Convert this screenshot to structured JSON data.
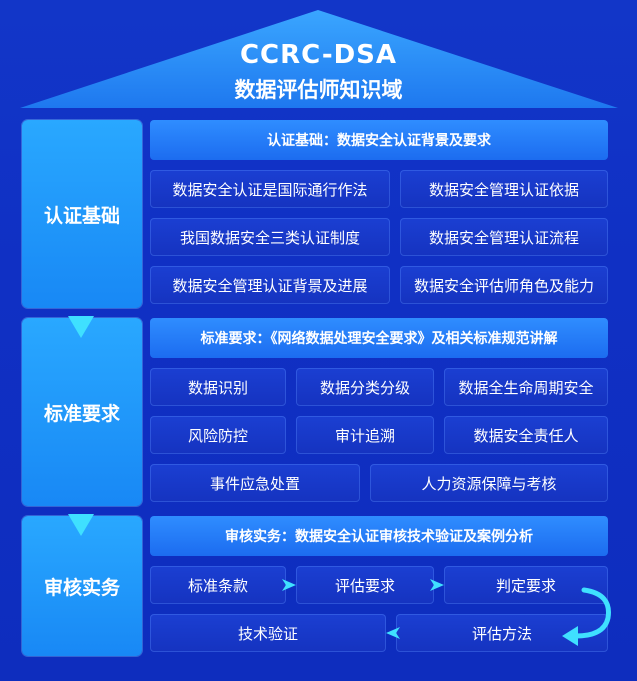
{
  "title": {
    "line1": "CCRC-DSA",
    "line2": "数据评估师知识域"
  },
  "sections": [
    {
      "label": "认证基础",
      "header": "认证基础：数据安全认证背景及要求",
      "items": [
        "数据安全认证是国际通行作法",
        "数据安全管理认证依据",
        "我国数据安全三类认证制度",
        "数据安全管理认证流程",
        "数据安全管理认证背景及进展",
        "数据安全评估师角色及能力"
      ]
    },
    {
      "label": "标准要求",
      "header": "标准要求：《网络数据处理安全要求》及相关标准规范讲解",
      "items": [
        "数据识别",
        "数据分类分级",
        "数据全生命周期安全",
        "风险防控",
        "审计追溯",
        "数据安全责任人",
        "事件应急处置",
        "人力资源保障与考核"
      ]
    },
    {
      "label": "审核实务",
      "header": "审核实务：数据安全认证审核技术验证及案例分析",
      "items": [
        "标准条款",
        "评估要求",
        "判定要求",
        "评估方法",
        "技术验证"
      ]
    }
  ],
  "colors": {
    "background": "#1236c8",
    "roof": "#2a8ff5",
    "tab": "#1f95fa",
    "header": "#2478f5",
    "cell": "#1838cc",
    "arrow": "#3fe0ff"
  }
}
